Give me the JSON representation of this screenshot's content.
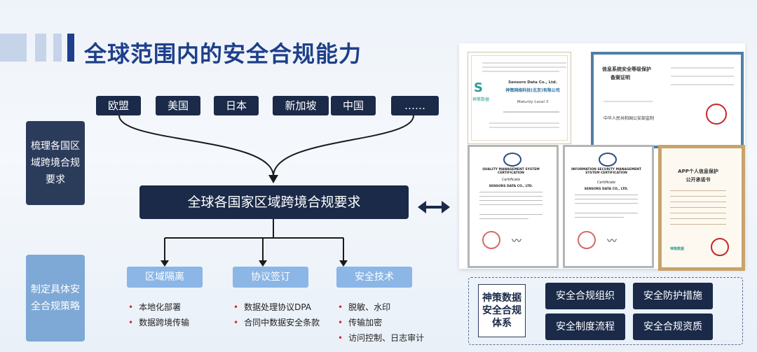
{
  "title": "全球范围内的安全合规能力",
  "regions": [
    "欧盟",
    "美国",
    "日本",
    "新加坡",
    "中国",
    "……"
  ],
  "side_boxes": {
    "top": "梳理各国区域跨境合规要求",
    "bottom": "制定具体安全合规策略"
  },
  "central_box": "全球各国家区域跨境合规要求",
  "categories": [
    {
      "label": "区域隔离",
      "items": [
        "本地化部署",
        "数据跨境传输"
      ]
    },
    {
      "label": "协议签订",
      "items": [
        "数据处理协议DPA",
        "合同中数据安全条款"
      ]
    },
    {
      "label": "安全技术",
      "items": [
        "脱敏、水印",
        "传输加密",
        "访问控制、日志审计"
      ]
    }
  ],
  "certificates": {
    "cmmi": {
      "company_en": "Sensoro Data Co., Ltd.",
      "company_cn": "神策网络科技(北京)有限公司",
      "level": "Maturity Level 3",
      "logo": "神策数据"
    },
    "filing": {
      "title": "信息系统安全等级保护",
      "subtitle": "备案证明",
      "issuer": "中华人民共和国公安部监制"
    },
    "iso_quality": {
      "title": "QUALITY MANAGEMENT SYSTEM CERTIFICATION",
      "subtitle": "Certificate",
      "company": "SENSORS DATA CO., LTD."
    },
    "iso_security": {
      "title": "INFORMATION SECURITY MANAGEMENT SYSTEM CERTIFICATION",
      "subtitle": "Certificate",
      "company": "SENSORS DATA CO., LTD."
    },
    "app": {
      "title": "APP个人信息保护",
      "subtitle": "公开承诺书",
      "logo": "神策数据"
    }
  },
  "system": {
    "name": "神策数据安全合规体系",
    "items": [
      "安全合规组织",
      "安全防护措施",
      "安全制度流程",
      "安全合规资质"
    ]
  },
  "colors": {
    "navy": "#1a2a48",
    "title_blue": "#1e3f8a",
    "light_blue": "#8bb6e6",
    "bullet_red": "#d32f2f"
  }
}
